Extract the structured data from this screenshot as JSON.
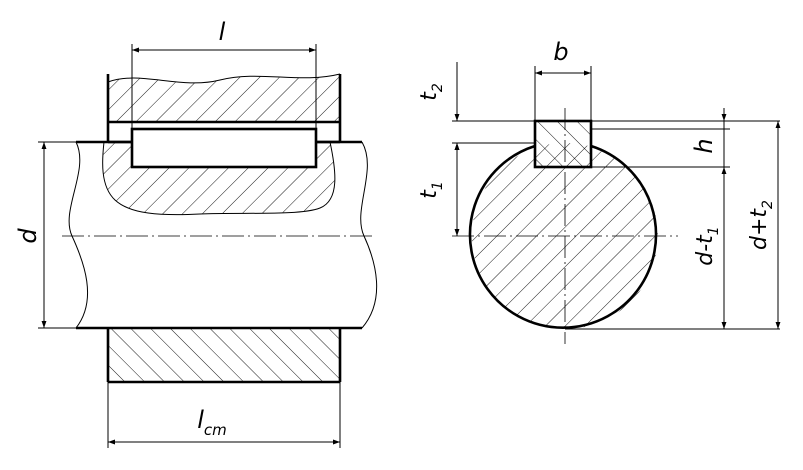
{
  "labels": {
    "key_length": "l",
    "hub_length_main": "l",
    "hub_length_sub": "cm",
    "shaft_diameter": "d",
    "key_width": "b",
    "key_height": "h",
    "hub_groove_depth_main": "t",
    "hub_groove_depth_sub": "2",
    "shaft_groove_depth_main": "t",
    "shaft_groove_depth_sub": "1",
    "diff_main": "d-t",
    "diff_sub": "1",
    "sum_main": "d+t",
    "sum_sub": "2"
  },
  "colors": {
    "line": "#000000",
    "background": "#ffffff"
  }
}
